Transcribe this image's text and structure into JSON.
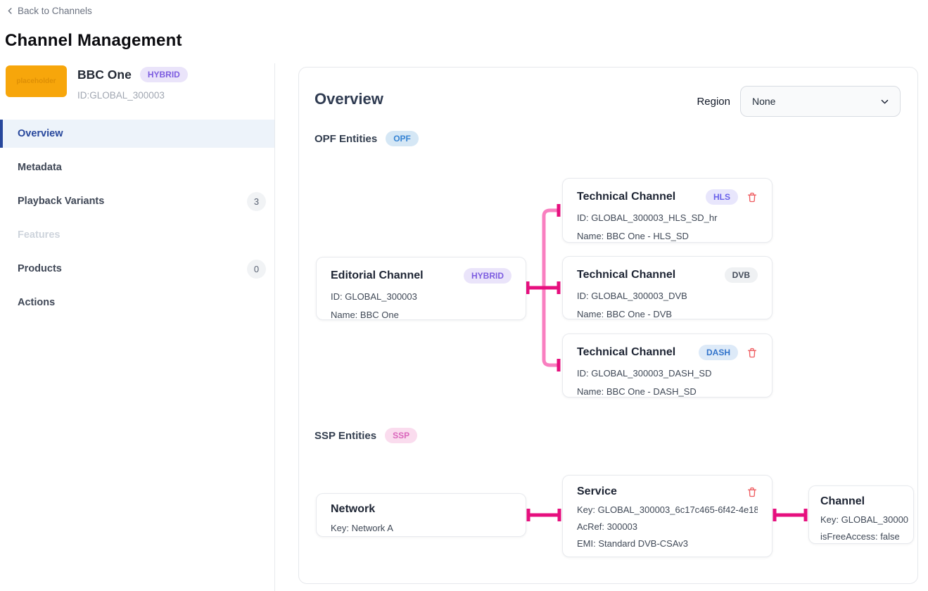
{
  "header": {
    "back_label": "Back to Channels",
    "title": "Channel Management"
  },
  "sidebar": {
    "logo_text": "placeholder",
    "channel_name": "BBC One",
    "channel_type_badge": "HYBRID",
    "channel_id": "ID:GLOBAL_300003",
    "items": [
      {
        "label": "Overview",
        "state": "selected"
      },
      {
        "label": "Metadata",
        "state": "normal"
      },
      {
        "label": "Playback Variants",
        "state": "normal",
        "count": "3"
      },
      {
        "label": "Features",
        "state": "disabled"
      },
      {
        "label": "Products",
        "state": "normal",
        "count": "0"
      },
      {
        "label": "Actions",
        "state": "normal"
      }
    ]
  },
  "overview": {
    "title": "Overview",
    "region": {
      "label": "Region",
      "value": "None"
    },
    "opf": {
      "heading": "OPF Entities",
      "badge": "OPF",
      "editorial": {
        "title": "Editorial Channel",
        "badge": "HYBRID",
        "id": "ID: GLOBAL_300003",
        "name": "Name: BBC One"
      },
      "hls": {
        "title": "Technical Channel",
        "badge": "HLS",
        "id": "ID: GLOBAL_300003_HLS_SD_hr",
        "name": "Name: BBC One - HLS_SD"
      },
      "dvb": {
        "title": "Technical Channel",
        "badge": "DVB",
        "id": "ID: GLOBAL_300003_DVB",
        "name": "Name: BBC One - DVB"
      },
      "dash": {
        "title": "Technical Channel",
        "badge": "DASH",
        "id": "ID: GLOBAL_300003_DASH_SD",
        "name": "Name: BBC One - DASH_SD"
      }
    },
    "ssp": {
      "heading": "SSP Entities",
      "badge": "SSP",
      "network": {
        "title": "Network",
        "key": "Key: Network A"
      },
      "service": {
        "title": "Service",
        "key": "Key: GLOBAL_300003_6c17c465-6f42-4e18-...",
        "acref": "AcRef: 300003",
        "emi": "EMI: Standard DVB-CSAv3"
      },
      "channel": {
        "title": "Channel",
        "key": "Key: GLOBAL_30000",
        "free_access": "isFreeAccess: false"
      }
    }
  },
  "colors": {
    "connector_dark": "#E60F7E",
    "connector_light": "#F97FC0",
    "danger": "#EE5A5E",
    "nav_selected": "#27479C",
    "logo_orange": "#F7A60B"
  }
}
